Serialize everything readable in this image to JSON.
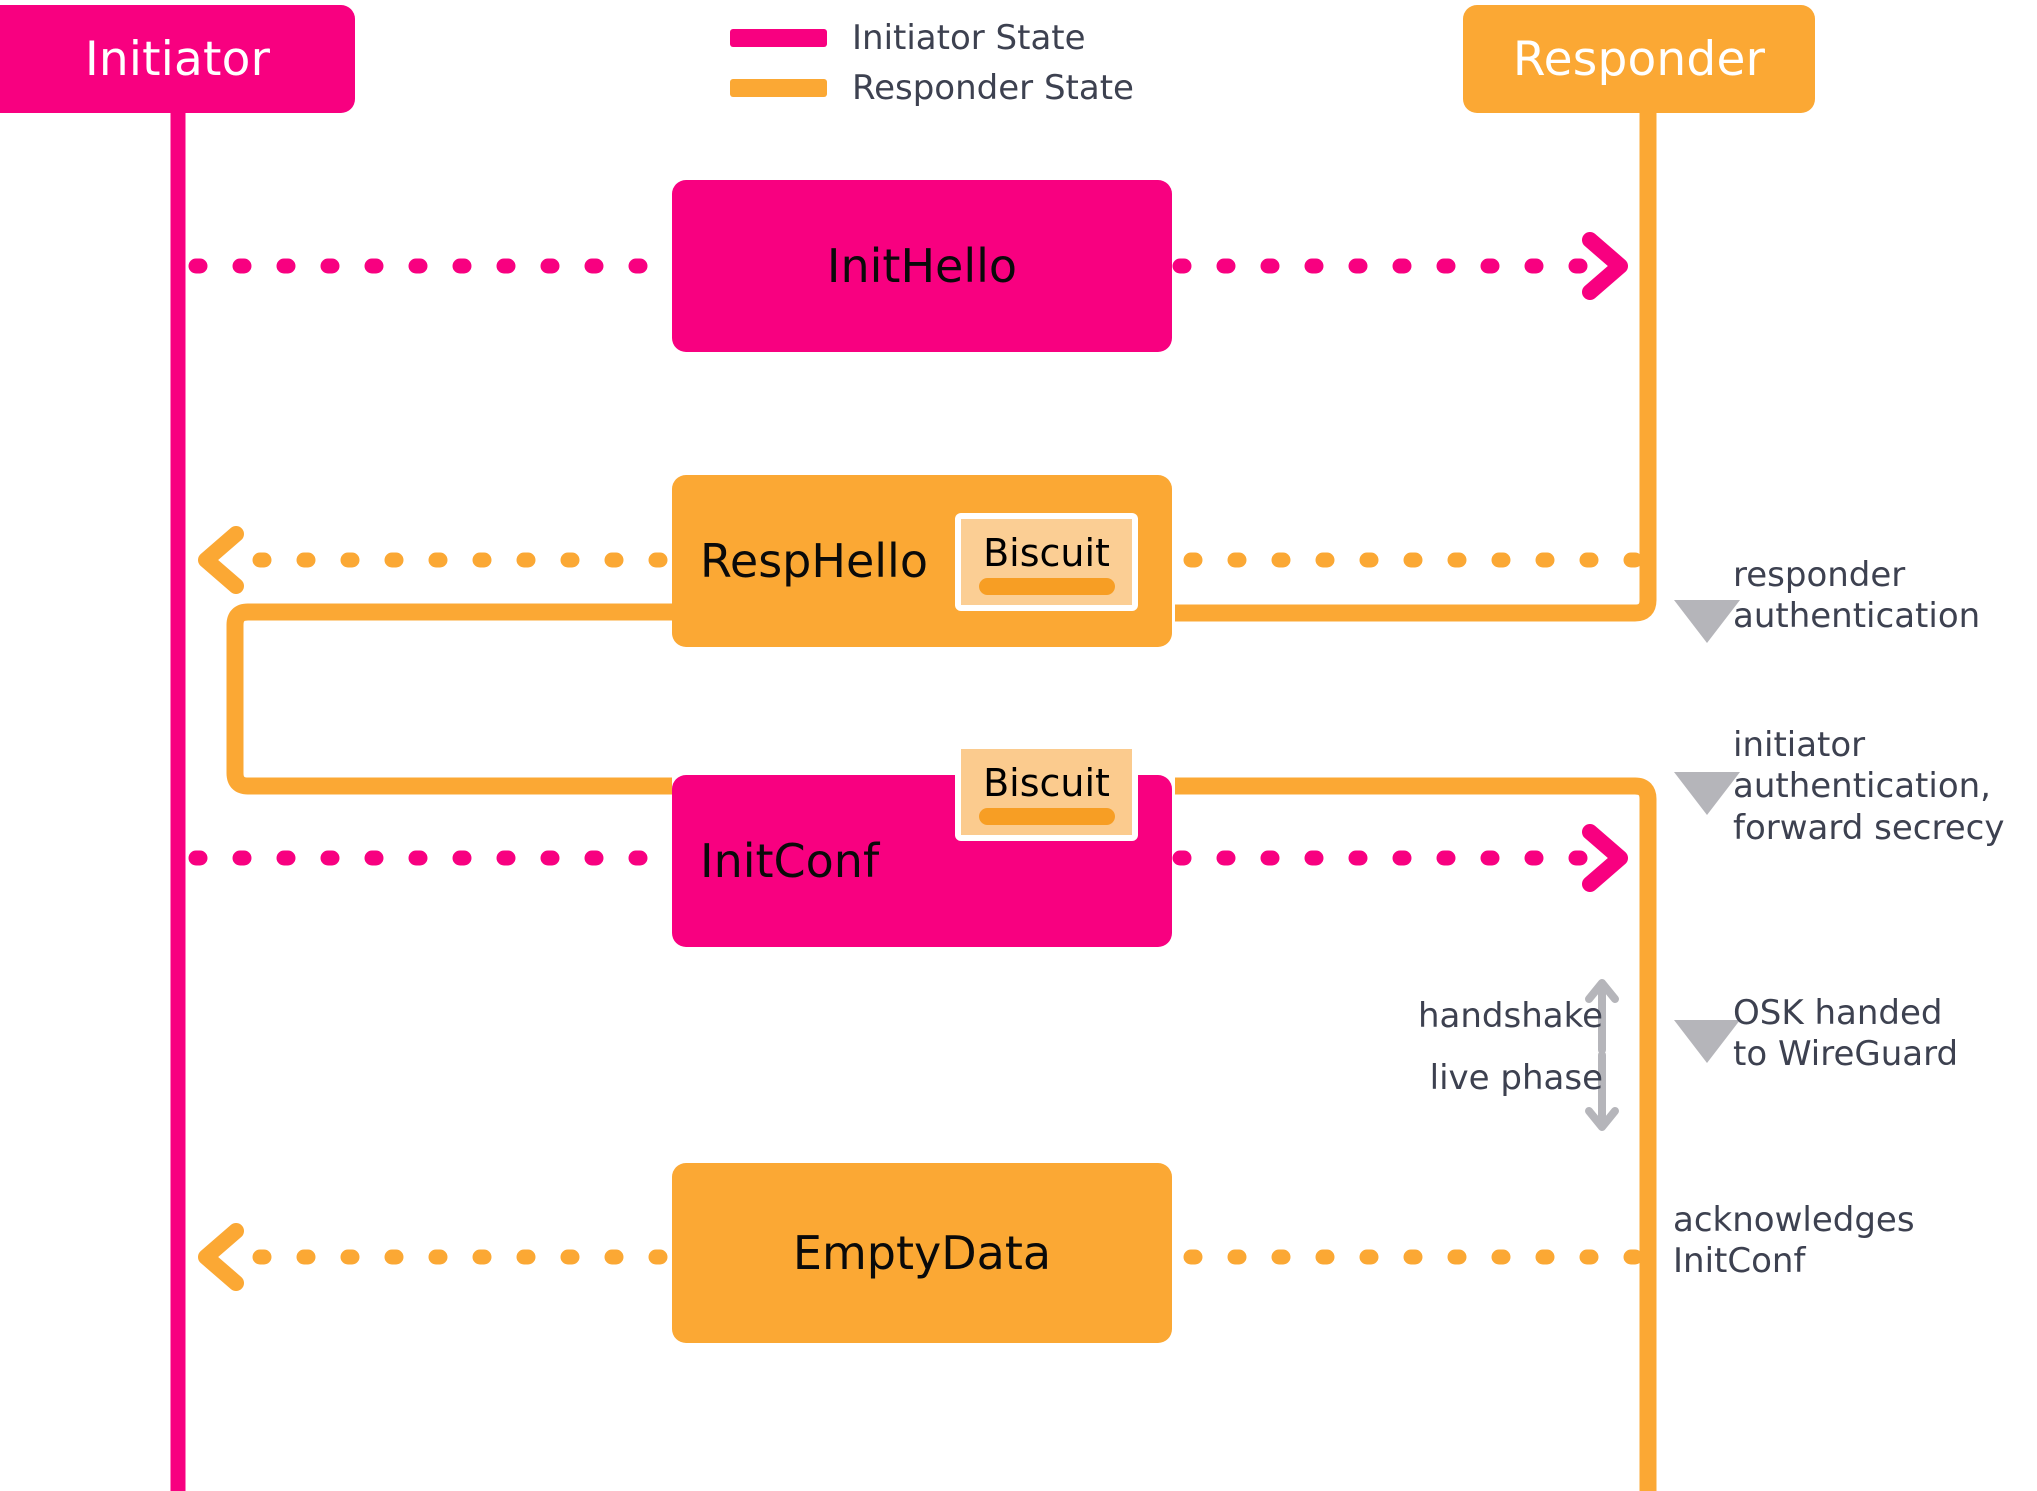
{
  "colors": {
    "initiator_pink": "#F80080",
    "responder_orange": "#FBA834",
    "biscuit_fill": "#FBCE94",
    "biscuit_bar": "#F79E24",
    "annotation_gray": "#3d4150",
    "marker_gray": "#b5b5ba",
    "background": "#ffffff"
  },
  "actors": {
    "initiator": {
      "label": "Initiator"
    },
    "responder": {
      "label": "Responder"
    }
  },
  "legend": {
    "items": [
      {
        "label": "Initiator State",
        "swatch": "#F80080",
        "icon": "legend-swatch"
      },
      {
        "label": "Responder State",
        "swatch": "#FBA834",
        "icon": "legend-swatch"
      }
    ]
  },
  "messages": [
    {
      "label": "InitHello",
      "direction": "initiator-to-responder",
      "color": "#F80080",
      "badge": null
    },
    {
      "label": "RespHello",
      "direction": "responder-to-initiator",
      "color": "#FBA834",
      "badge": "Biscuit"
    },
    {
      "label": "InitConf",
      "direction": "initiator-to-responder",
      "color": "#F80080",
      "badge": "Biscuit"
    },
    {
      "label": "EmptyData",
      "direction": "responder-to-initiator",
      "color": "#FBA834",
      "badge": null
    }
  ],
  "badges": {
    "biscuit_label": "Biscuit"
  },
  "annotations": [
    {
      "name": "responder-authentication",
      "lines": "responder\nauthentication",
      "marker": "triangle-down-icon"
    },
    {
      "name": "initiator-authentication",
      "lines": "initiator\nauthentication,\nforward secrecy",
      "marker": "triangle-down-icon"
    },
    {
      "name": "osk-handed-to-wireguard",
      "lines": "OSK handed\nto WireGuard",
      "marker": "triangle-down-icon"
    },
    {
      "name": "acknowledges-initconf",
      "lines": "acknowledges\nInitConf",
      "marker": null
    }
  ],
  "phases": {
    "upper": {
      "label": "handshake",
      "arrow": "↑",
      "icon": "arrow-up-icon"
    },
    "lower": {
      "label": "live phase",
      "arrow": "↓",
      "icon": "arrow-down-icon"
    }
  }
}
